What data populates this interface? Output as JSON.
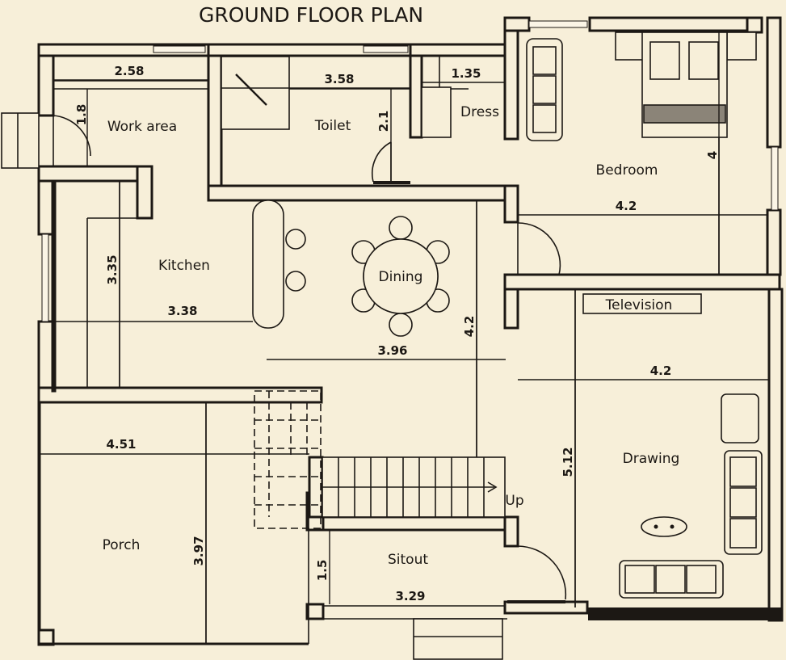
{
  "title": "GROUND FLOOR PLAN",
  "rooms": {
    "work_area": "Work area",
    "toilet": "Toilet",
    "dress": "Dress",
    "bedroom": "Bedroom",
    "kitchen": "Kitchen",
    "dining": "Dining",
    "television": "Television",
    "drawing": "Drawing",
    "porch": "Porch",
    "sitout": "Sitout",
    "up": "Up"
  },
  "dimensions": {
    "work_area_width": "2.58",
    "work_area_height": "1.8",
    "toilet_width": "3.58",
    "toilet_height": "2.1",
    "dress_width": "1.35",
    "bedroom_width": "4.2",
    "bedroom_height": "4",
    "kitchen_height": "3.35",
    "kitchen_width": "3.38",
    "dining_width": "3.96",
    "dining_height": "4.2",
    "drawing_width": "4.2",
    "drawing_height": "5.12",
    "porch_width": "4.51",
    "porch_height": "3.97",
    "sitout_height": "1.5",
    "sitout_width": "3.29"
  },
  "colors": {
    "background": "#f7efd9",
    "ink": "#1c1814"
  }
}
